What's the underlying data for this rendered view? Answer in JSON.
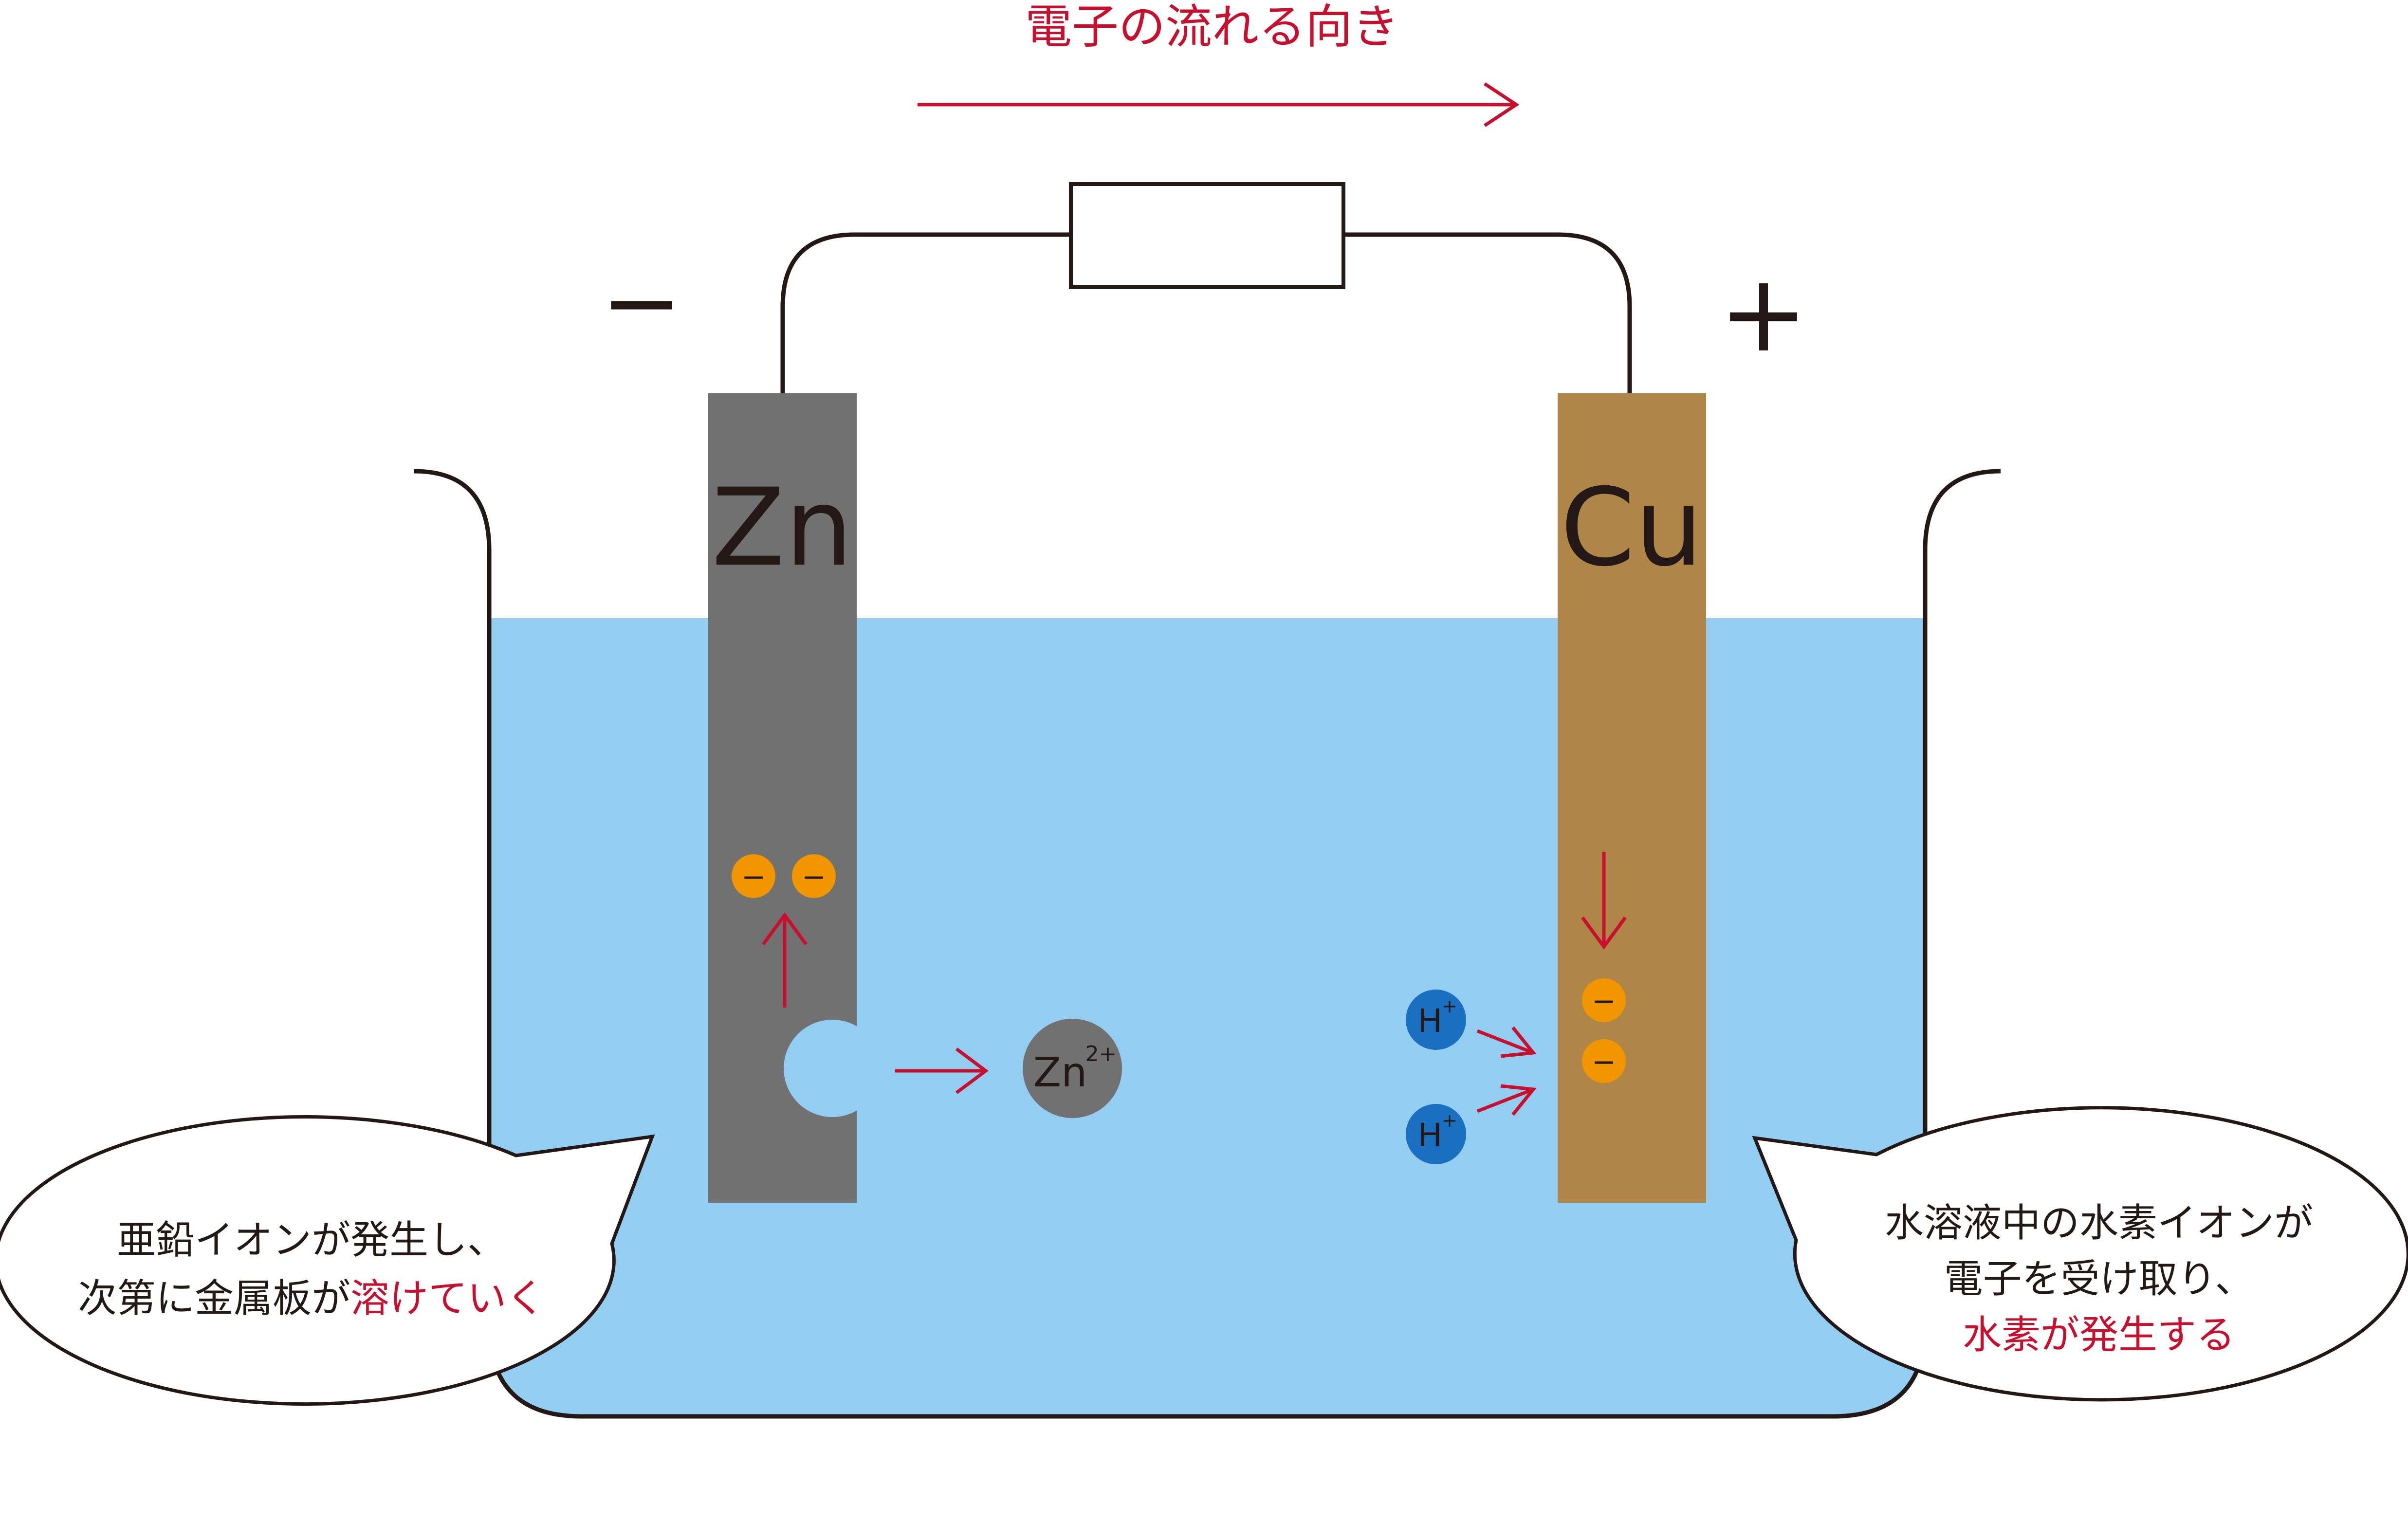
{
  "title": "電子の流れる向き",
  "terminals": {
    "negative": "−",
    "positive": "+"
  },
  "electrodes": {
    "zinc": "Zn",
    "copper": "Cu"
  },
  "ions": {
    "zinc_ion": "Zn",
    "zinc_charge": "2+",
    "hydrogen": "H",
    "hydrogen_charge": "+",
    "electron": "−"
  },
  "bubbles": {
    "left": {
      "line1": "亜鉛イオンが発生し、",
      "line2_plain": "次第に金属板が",
      "line2_highlight": "溶けていく"
    },
    "right": {
      "line1": "水溶液中の水素イオンが",
      "line2": "電子を受け取り、",
      "line3_highlight": "水素が発生する"
    }
  },
  "colors": {
    "accent_red": "#c8102e",
    "solution": "#93ceF2",
    "zinc_plate": "#717171",
    "copper_plate": "#b08548",
    "electron": "#f29600",
    "hydrogen_ion": "#1b6fc0",
    "outline": "#231815"
  }
}
